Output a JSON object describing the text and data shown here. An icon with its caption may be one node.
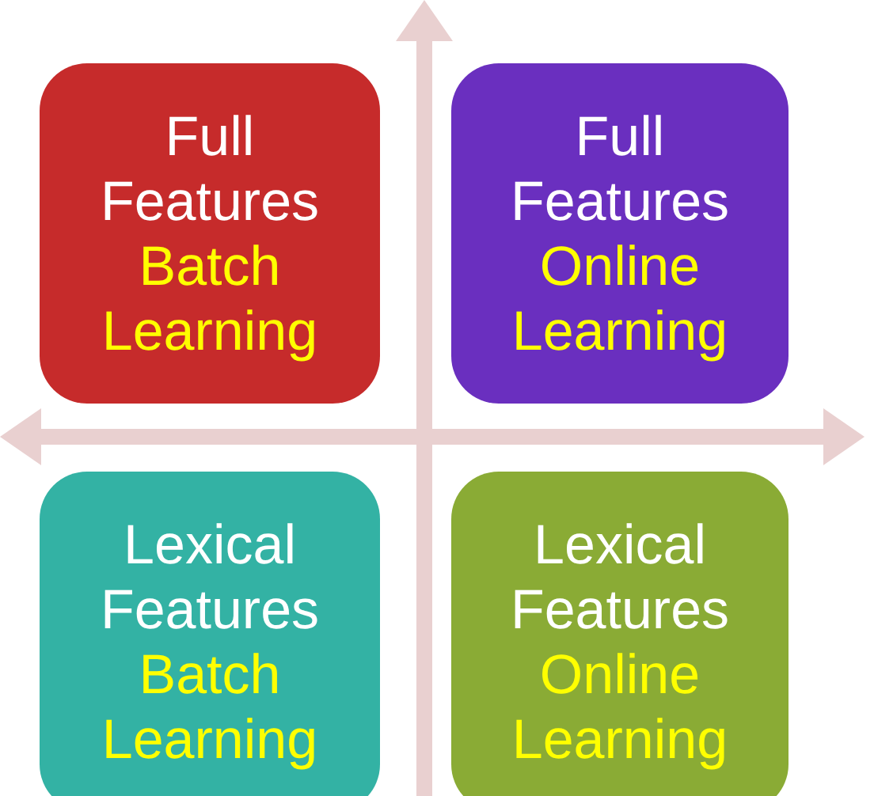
{
  "diagram": {
    "nodes": [
      {
        "text": [
          "Full Features",
          "Batch Learning"
        ]
      },
      {
        "text": [
          "Full Features",
          "Online Learning"
        ]
      },
      {
        "text": [
          "Lexical Features",
          "Batch Learning"
        ]
      },
      {
        "text": [
          "Lexical Features",
          "Online Learning"
        ]
      }
    ]
  }
}
